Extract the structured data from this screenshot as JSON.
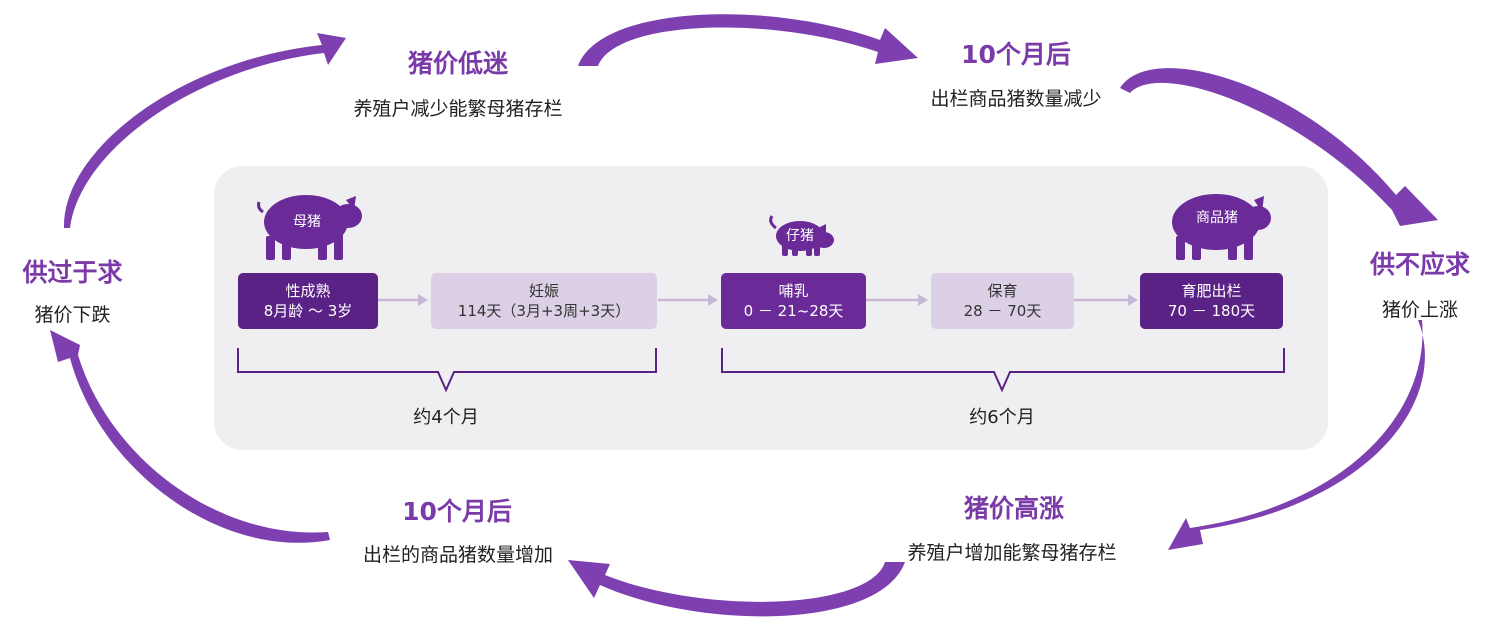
{
  "colors": {
    "accent": "#7a3aa8",
    "arrow": "#7e3fb0",
    "dark_box": "#5b2286",
    "light_box": "#dcd0e6",
    "panel": "#efeef0"
  },
  "cycle": {
    "top_left": {
      "title": "猪价低迷",
      "subtitle": "养殖户减少能繁母猪存栏"
    },
    "top_right": {
      "title": "10个月后",
      "subtitle": "出栏商品猪数量减少"
    },
    "right": {
      "title": "供不应求",
      "subtitle": "猪价上涨"
    },
    "bottom_right": {
      "title": "猪价高涨",
      "subtitle": "养殖户增加能繁母猪存栏"
    },
    "bottom_left": {
      "title": "10个月后",
      "subtitle": "出栏的商品猪数量增加"
    },
    "left": {
      "title": "供过于求",
      "subtitle": "猪价下跌"
    }
  },
  "pigs": {
    "sow": {
      "label": "母猪",
      "icon": "sow-pig-icon"
    },
    "piglet": {
      "label": "仔猪",
      "icon": "piglet-pig-icon"
    },
    "market": {
      "label": "商品猪",
      "icon": "market-pig-icon"
    }
  },
  "stages": [
    {
      "name": "性成熟",
      "detail": "8月龄 ～ 3岁"
    },
    {
      "name": "妊娠",
      "detail": "114天（3月+3周+3天）"
    },
    {
      "name": "哺乳",
      "detail": "0 － 21~28天"
    },
    {
      "name": "保育",
      "detail": "28  －  70天"
    },
    {
      "name": "育肥出栏",
      "detail": "70  －  180天"
    }
  ],
  "spans": {
    "sow_period": "约4个月",
    "piglet_period": "约6个月"
  }
}
